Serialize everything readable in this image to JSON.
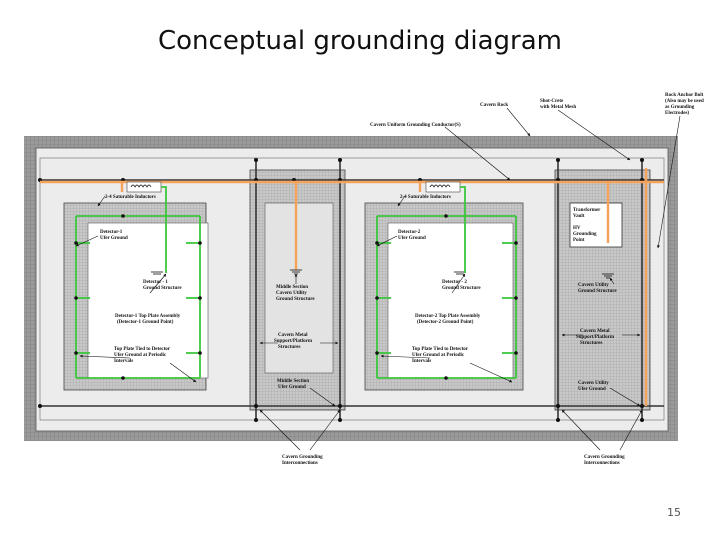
{
  "slide": {
    "title": "Conceptual grounding diagram",
    "page_number": "15"
  },
  "diagram": {
    "top_labels": {
      "cavern_rock": "Cavern Rock",
      "shotcrete_1": "Shot-Crete",
      "shotcrete_2": "with Metal Mesh",
      "rock_anchor_1": "Rock Anchor Bolt",
      "rock_anchor_2": "(Also may be used",
      "rock_anchor_3": "as Grounding",
      "rock_anchor_4": "Electrodes)",
      "uniform_conductor": "Cavern Uniform Grounding Conductor(S)"
    },
    "detector1": {
      "inductors": "2-4 Saturable Inductors",
      "ufer_1": "Detector-1",
      "ufer_2": "Ufer Ground",
      "ground_1": "Detector - 1",
      "ground_2": "Ground Structure",
      "top_plate_1": "Detector-1 Top Plate Assembly",
      "top_plate_2": "(Detector-1 Ground Point)",
      "tied_1": "Top Plate Tied to Detector",
      "tied_2": "Ufer Ground at Periodic",
      "tied_3": "Intervals"
    },
    "detector2": {
      "inductors": "2-4 Saturable Inductors",
      "ufer_1": "Detector-2",
      "ufer_2": "Ufer Ground",
      "ground_1": "Detector - 2",
      "ground_2": "Ground Structure",
      "top_plate_1": "Detector-2 Top Plate Assembly",
      "top_plate_2": "(Detector-2 Ground Point)",
      "tied_1": "Top Plate Tied to Detector",
      "tied_2": "Ufer Ground at Periodic",
      "tied_3": "Intervals"
    },
    "middle": {
      "utility_1": "Middle Section",
      "utility_2": "Cavern Utility",
      "utility_3": "Ground Structure",
      "support_1": "Cavern Metal",
      "support_2": "Support/Platform",
      "support_3": "Structures",
      "ufer_1": "Middle Section",
      "ufer_2": "Ufer Ground"
    },
    "right": {
      "transformer_1": "Transformer",
      "transformer_2": "Vault",
      "hv_1": "HV",
      "hv_2": "Grounding",
      "hv_3": "Point",
      "utility_1": "Cavern Utility",
      "utility_2": "Ground Structure",
      "support_1": "Cavern Metal",
      "support_2": "Support/Platform",
      "support_3": "Structures",
      "ufer_1": "Cavern Utility",
      "ufer_2": "Ufer Ground"
    },
    "bottom": {
      "interconnect_left_1": "Cavern Grounding",
      "interconnect_left_2": "Interconnections",
      "interconnect_right_1": "Cavern Grounding",
      "interconnect_right_2": "Interconnections"
    },
    "colors": {
      "cavern_rock": "#8f8f8f",
      "rebar_grid": "#b9b9b9",
      "uniform_conductor": "#f5a25a",
      "detector_ground": "#3cc63c",
      "structure_frame": "#333333"
    }
  }
}
